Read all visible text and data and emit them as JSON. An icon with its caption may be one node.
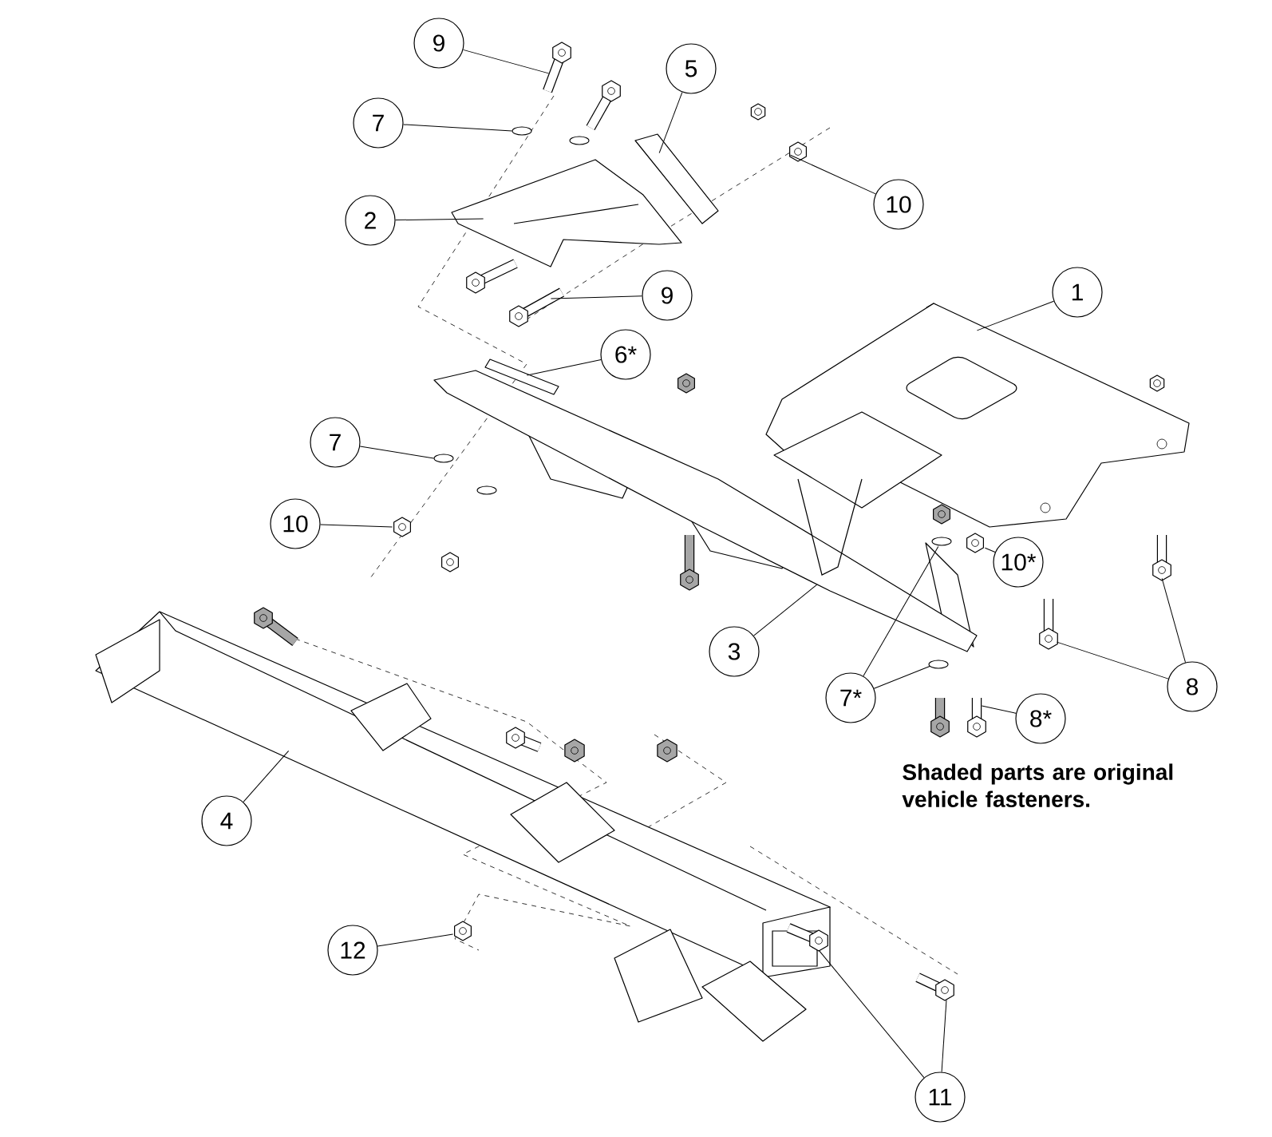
{
  "diagram": {
    "nodes": [
      {
        "text": [
          "9"
        ]
      },
      {
        "text": [
          "7"
        ]
      },
      {
        "text": [
          "5"
        ]
      },
      {
        "text": [
          "2"
        ]
      },
      {
        "text": [
          "10"
        ]
      },
      {
        "text": [
          "9"
        ]
      },
      {
        "text": [
          "6*"
        ]
      },
      {
        "text": [
          "1"
        ]
      },
      {
        "text": [
          "7"
        ]
      },
      {
        "text": [
          "10"
        ]
      },
      {
        "text": [
          "10*"
        ]
      },
      {
        "text": [
          "3"
        ]
      },
      {
        "text": [
          "8"
        ]
      },
      {
        "text": [
          "7*"
        ]
      },
      {
        "text": [
          "8*"
        ]
      },
      {
        "text": [
          "4"
        ]
      },
      {
        "text": [
          "12"
        ]
      },
      {
        "text": [
          "11"
        ]
      },
      {
        "text": [],
        "shape": "bolt"
      },
      {
        "text": [],
        "shape": "washer"
      },
      {
        "text": [],
        "shape": "plate"
      },
      {
        "text": [],
        "shape": "bracket"
      },
      {
        "text": [],
        "shape": "nut"
      },
      {
        "text": [],
        "shape": "bolt"
      },
      {
        "text": [],
        "shape": "plate"
      },
      {
        "text": [],
        "shape": "plate"
      },
      {
        "text": [],
        "shape": "washer"
      },
      {
        "text": [],
        "shape": "nut"
      },
      {
        "text": [],
        "shape": "nut"
      },
      {
        "text": [],
        "shape": "bar"
      },
      {
        "text": [],
        "shape": "bolt"
      },
      {
        "text": [],
        "shape": "bolt"
      },
      {
        "text": [],
        "shape": "washer"
      },
      {
        "text": [],
        "shape": "washer"
      },
      {
        "text": [],
        "shape": "bolt"
      },
      {
        "text": [],
        "shape": "tube"
      },
      {
        "text": [],
        "shape": "nut"
      },
      {
        "text": [],
        "shape": "bolt"
      },
      {
        "text": [],
        "shape": "bolt"
      },
      {
        "text": [],
        "shape": "bolt"
      },
      {
        "text": [],
        "shape": "bolt"
      }
    ],
    "edges": [
      {
        "from": 0,
        "to": 18,
        "arrow": "none"
      },
      {
        "from": 1,
        "to": 19,
        "arrow": "none"
      },
      {
        "from": 2,
        "to": 20,
        "arrow": "none"
      },
      {
        "from": 3,
        "to": 21,
        "arrow": "none"
      },
      {
        "from": 4,
        "to": 22,
        "arrow": "none"
      },
      {
        "from": 5,
        "to": 23,
        "arrow": "none"
      },
      {
        "from": 6,
        "to": 24,
        "arrow": "none"
      },
      {
        "from": 7,
        "to": 25,
        "arrow": "none"
      },
      {
        "from": 8,
        "to": 26,
        "arrow": "none"
      },
      {
        "from": 9,
        "to": 27,
        "arrow": "none"
      },
      {
        "from": 10,
        "to": 28,
        "arrow": "none"
      },
      {
        "from": 11,
        "to": 29,
        "arrow": "none"
      },
      {
        "from": 12,
        "to": 30,
        "arrow": "none"
      },
      {
        "from": 12,
        "to": 31,
        "arrow": "none"
      },
      {
        "from": 13,
        "to": 32,
        "arrow": "none"
      },
      {
        "from": 13,
        "to": 33,
        "arrow": "none"
      },
      {
        "from": 14,
        "to": 34,
        "arrow": "none"
      },
      {
        "from": 15,
        "to": 35,
        "arrow": "none"
      },
      {
        "from": 16,
        "to": 36,
        "arrow": "none"
      },
      {
        "from": 17,
        "to": 37,
        "arrow": "none"
      },
      {
        "from": 17,
        "to": 38,
        "arrow": "none"
      }
    ],
    "labels": [
      "Shaded parts are original vehicle fasteners."
    ]
  }
}
